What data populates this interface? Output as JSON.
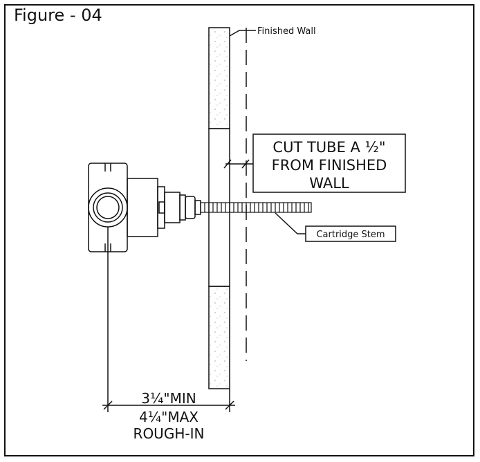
{
  "figure": {
    "title": "Figure - 04",
    "labels": {
      "finished_wall": "Finished Wall",
      "cut_tube_line1": "CUT TUBE A ½\"",
      "cut_tube_line2": "FROM FINISHED",
      "cut_tube_line3": "WALL",
      "cartridge_stem": "Cartridge Stem",
      "dim_min": "3¼\"MIN",
      "dim_max": "4¼\"MAX",
      "dim_rough": "ROUGH-IN"
    }
  },
  "colors": {
    "line": "#111111",
    "background": "#ffffff"
  }
}
